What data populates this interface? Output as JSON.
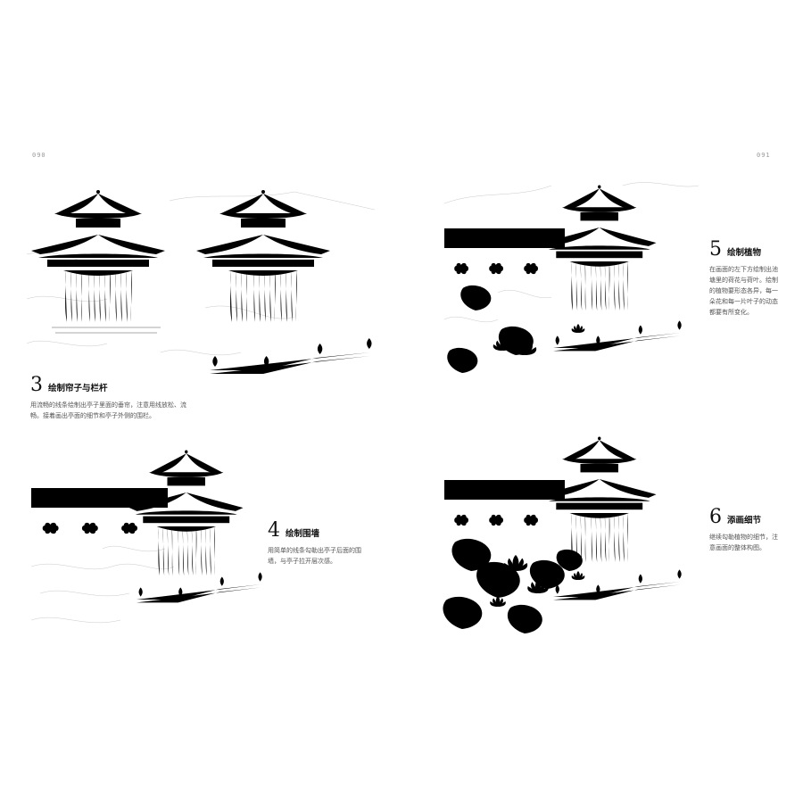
{
  "pages": {
    "left_number": "090",
    "right_number": "091"
  },
  "steps": [
    {
      "id": "step3",
      "number": "3",
      "title": "绘制帘子与栏杆",
      "desc_lines": [
        "用流畅的线条绘制出亭子里面的垂帘，注意用线放松、流",
        "畅。接着画出亭面的细节和亭子外侧的围栏。"
      ]
    },
    {
      "id": "step4",
      "number": "4",
      "title": "绘制围墙",
      "desc_lines": [
        "用简单的线条勾勒出亭子后面的围",
        "墙，与亭子拉开层次感。"
      ]
    },
    {
      "id": "step5",
      "number": "5",
      "title": "绘制植物",
      "desc_lines": [
        "在画面的左下方绘制出池",
        "塘里的荷花与荷叶。绘制",
        "的植物要形态各异，每一",
        "朵花和每一片叶子的动态",
        "都要有所变化。"
      ]
    },
    {
      "id": "step6",
      "number": "6",
      "title": "添画细节",
      "desc_lines": [
        "继续勾勒植物的细节，注",
        "意画面的整体构图。"
      ]
    }
  ]
}
